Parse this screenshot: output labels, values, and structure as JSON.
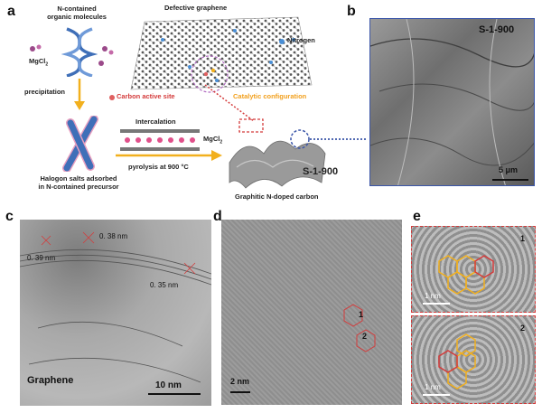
{
  "panel_a": {
    "letter": "a",
    "molecules_label": "N-contained\norganic molecules",
    "mgcl2_label": "MgCl",
    "mgcl2_sub": "2",
    "precipitation_label": "precipitation",
    "graphene_title": "Defective graphene",
    "nitrogen_label": "Nitrogen",
    "carbon_site_label": "Carbon  active site",
    "catalytic_label": "Catalytic configuration",
    "intercalation_label": "Intercalation",
    "mgcl2_intercal_label": "MgCl",
    "pyrolysis_label": "pyrolysis at 900 °C",
    "sample_label": "S-1-900",
    "product_label": "Graphitic N-doped carbon",
    "precursor_label": "Halogon  salts adsorbed\nin N-contained precursor"
  },
  "panel_b": {
    "letter": "b",
    "sample_label": "S-1-900",
    "scale_label": "5 μm"
  },
  "panel_c": {
    "letter": "c",
    "d1": "0. 38  nm",
    "d2": "0. 39  nm",
    "d3": "0. 35  nm",
    "graphene_label": "Graphene",
    "scale_label": "10 nm"
  },
  "panel_d": {
    "letter": "d",
    "marker1": "1",
    "marker2": "2",
    "scale_label": "2 nm"
  },
  "panel_e": {
    "letter": "e",
    "marker1": "1",
    "marker2": "2",
    "scale1": "1 nm",
    "scale2": "1 nm"
  },
  "colors": {
    "red": "#d43b3b",
    "blue": "#3a55a8",
    "yellow": "#f2b01e",
    "pink": "#e0508a",
    "helix": "#3f6fb8"
  }
}
